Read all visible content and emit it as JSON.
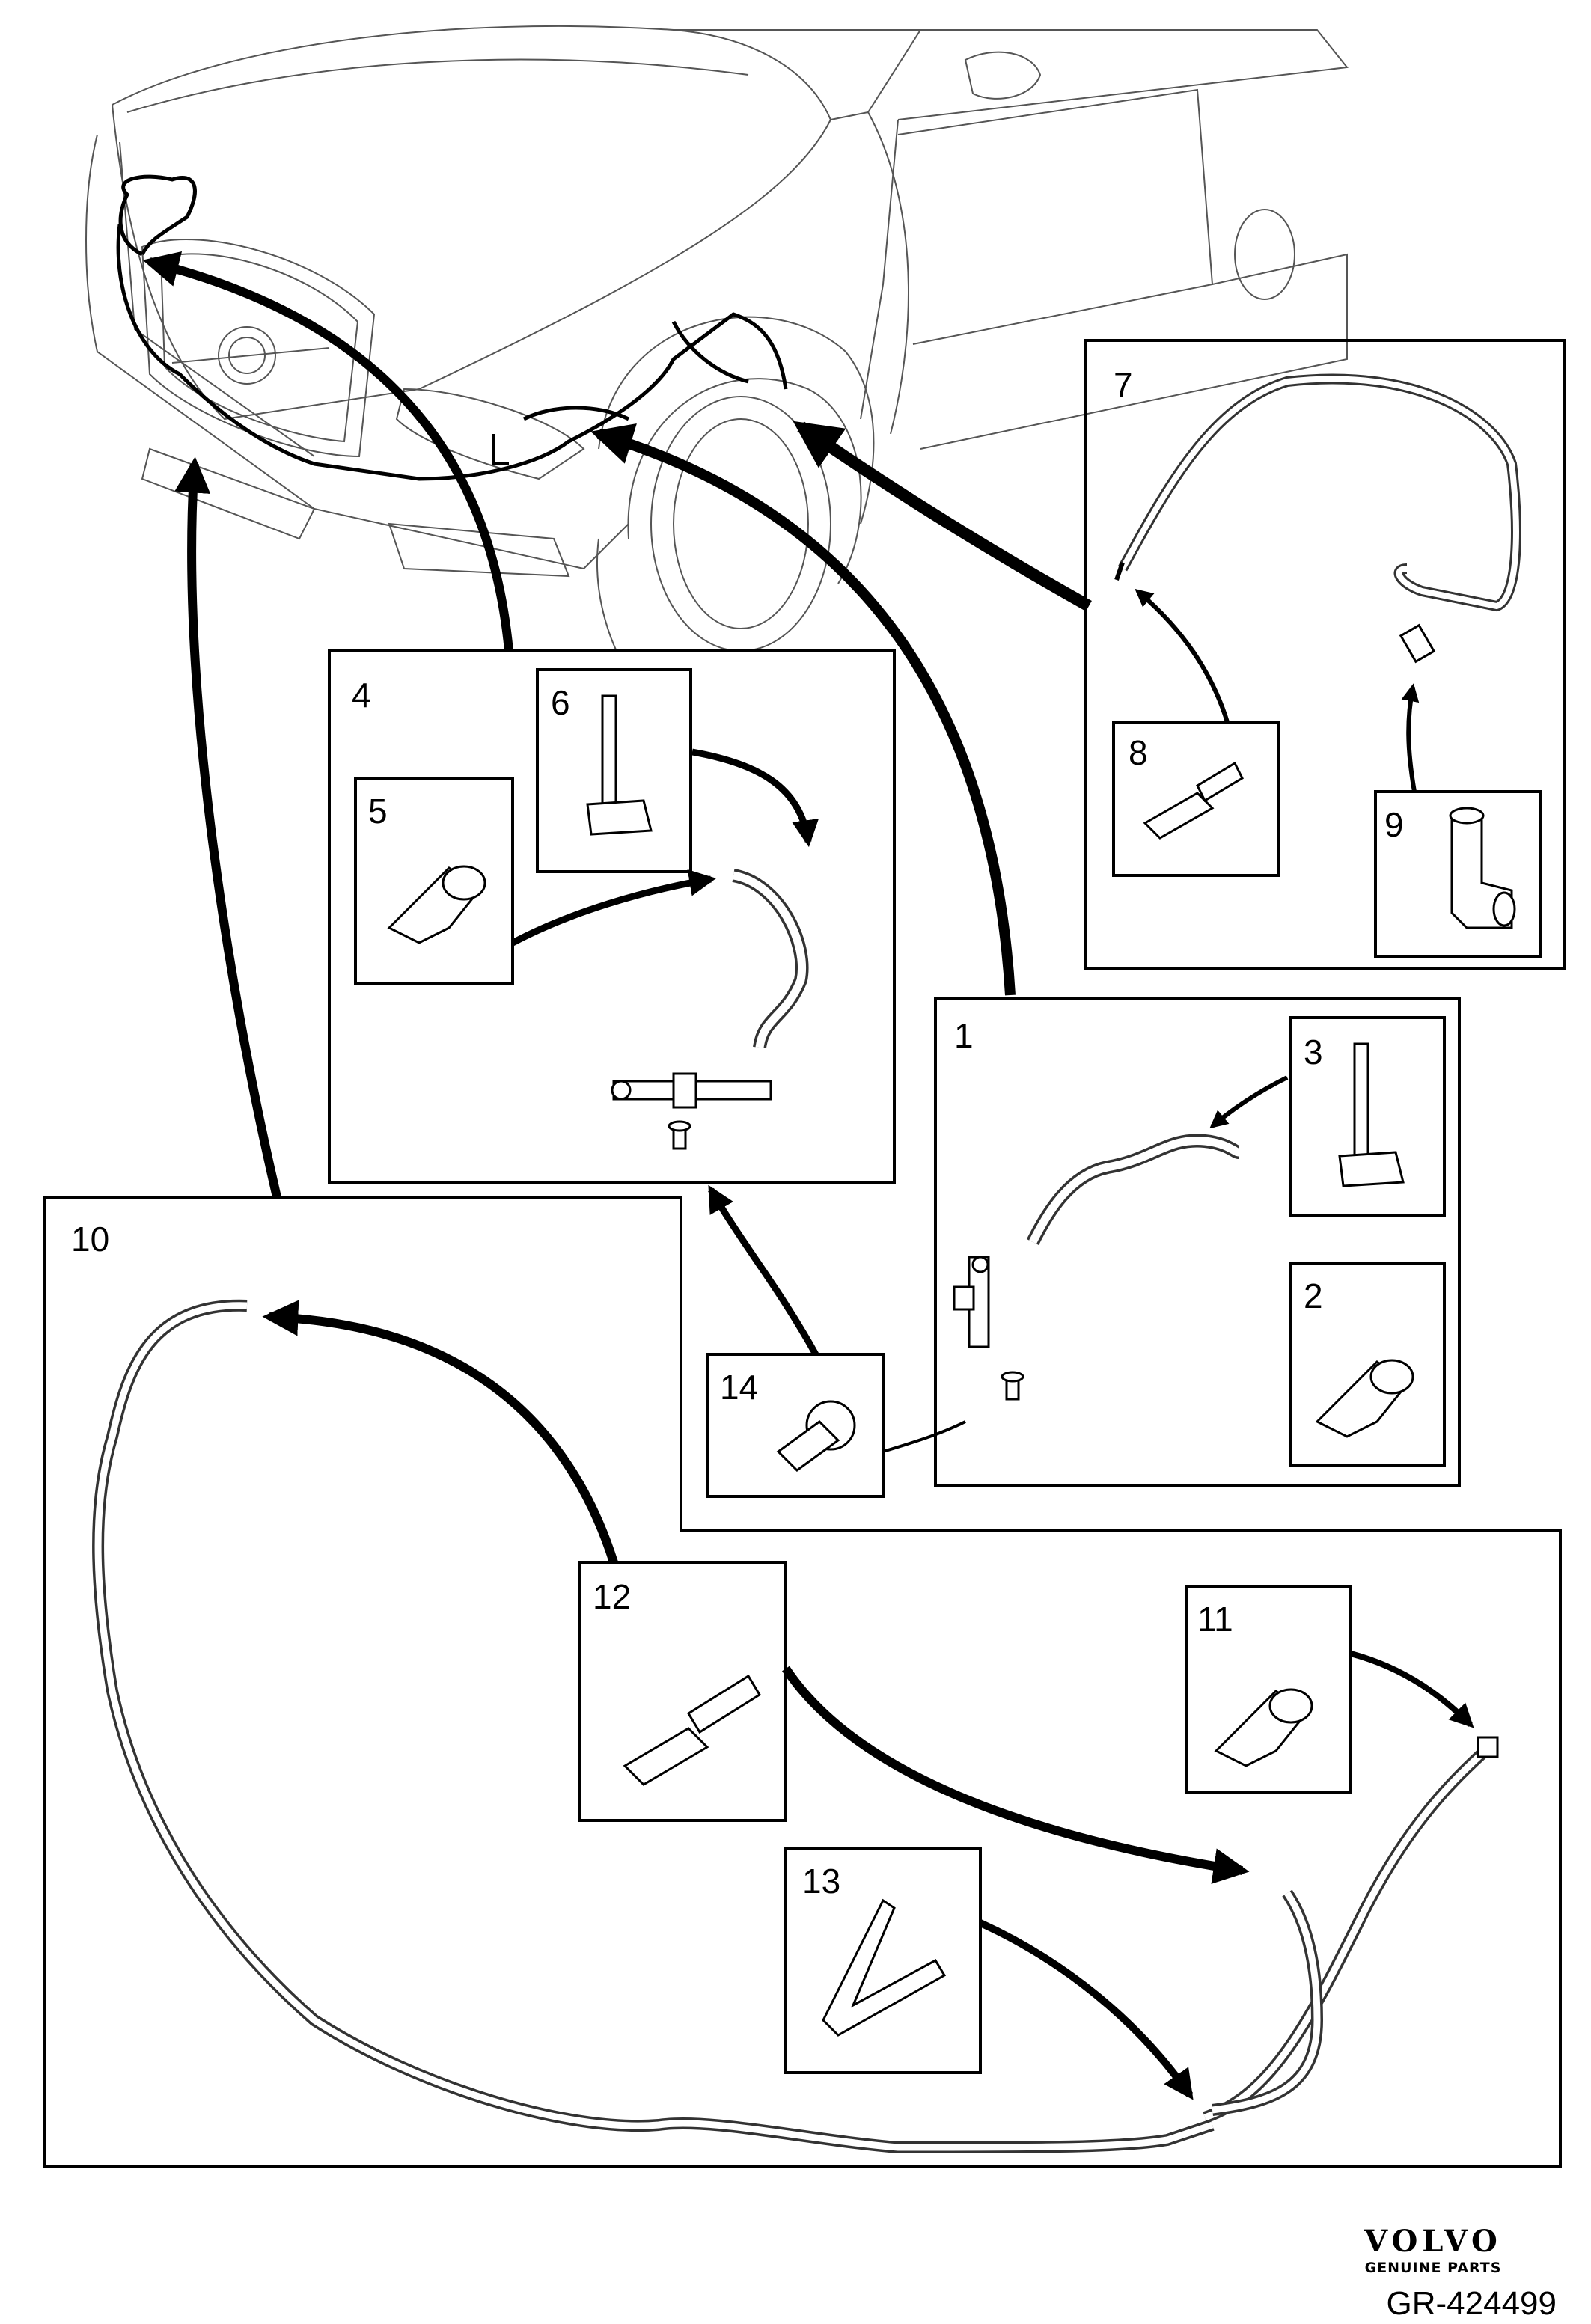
{
  "labels": {
    "p1": "1",
    "p2": "2",
    "p3": "3",
    "p4": "4",
    "p5": "5",
    "p6": "6",
    "p7": "7",
    "p8": "8",
    "p9": "9",
    "p10": "10",
    "p11": "11",
    "p12": "12",
    "p13": "13",
    "p14": "14"
  },
  "brand": {
    "name": "VOLVO",
    "tagline": "GENUINE PARTS"
  },
  "reference": "GR-424499"
}
